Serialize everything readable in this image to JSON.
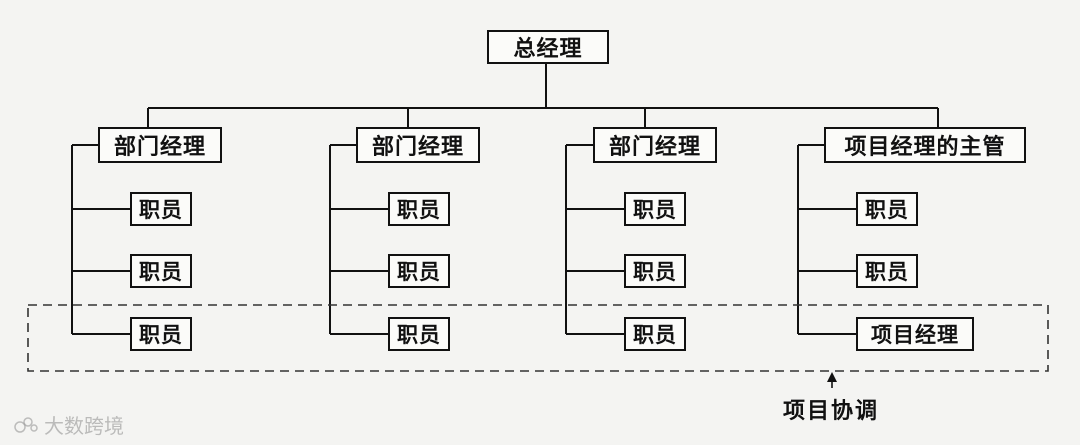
{
  "chart": {
    "root": "总经理",
    "departments": [
      {
        "head": "部门经理",
        "members": [
          "职员",
          "职员",
          "职员"
        ]
      },
      {
        "head": "部门经理",
        "members": [
          "职员",
          "职员",
          "职员"
        ]
      },
      {
        "head": "部门经理",
        "members": [
          "职员",
          "职员",
          "职员"
        ]
      },
      {
        "head": "项目经理的主管",
        "members": [
          "职员",
          "职员",
          "项目经理"
        ]
      }
    ]
  },
  "annotation": {
    "label": "项目协调"
  },
  "watermark": {
    "text": "大数跨境"
  }
}
